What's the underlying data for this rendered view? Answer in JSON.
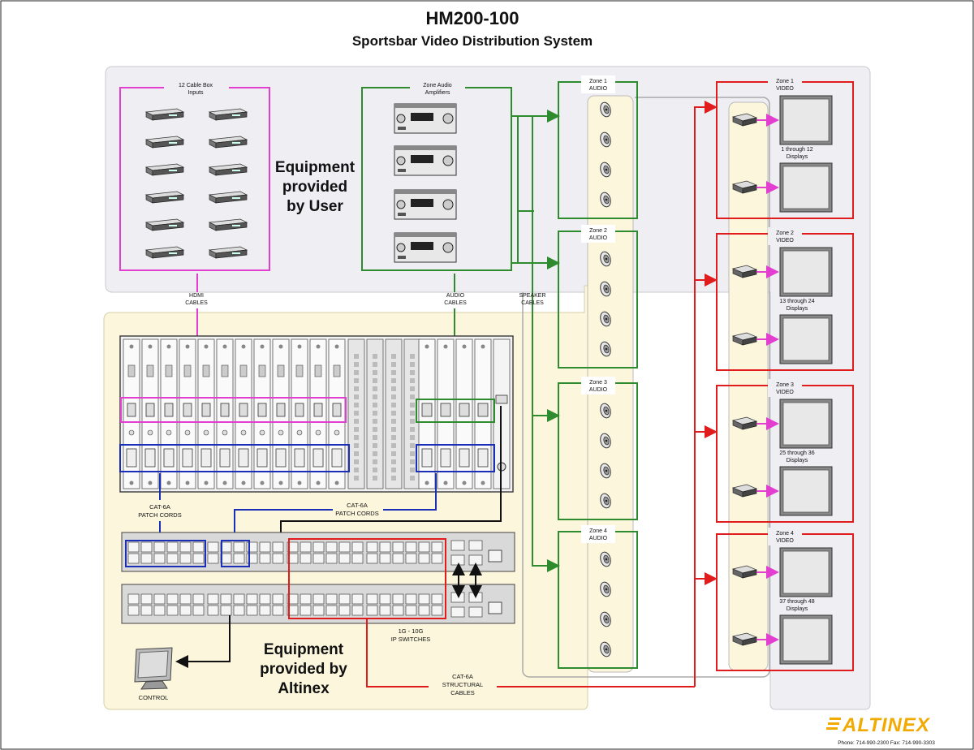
{
  "title": "HM200-100",
  "subtitle": "Sportsbar Video Distribution System",
  "user_equipment": {
    "cable_box_title_1": "12 Cable Box",
    "cable_box_title_2": "Inputs",
    "amp_title_1": "Zone Audio",
    "amp_title_2": "Amplifiers",
    "big_label_1": "Equipment",
    "big_label_2": "provided",
    "big_label_3": "by User"
  },
  "cable_labels": {
    "hdmi_1": "HDMI",
    "hdmi_2": "CABLES",
    "audio_1": "AUDIO",
    "audio_2": "CABLES",
    "speaker_1": "SPEAKER",
    "speaker_2": "CABLES",
    "cat6a_left_1": "CAT-6A",
    "cat6a_left_2": "PATCH CORDS",
    "cat6a_mid_1": "CAT-6A",
    "cat6a_mid_2": "PATCH CORDS",
    "switch_1": "1G - 10G",
    "switch_2": "IP SWITCHES",
    "structural_1": "CAT-6A",
    "structural_2": "STRUCTURAL",
    "structural_3": "CABLES"
  },
  "altinex_equipment": {
    "big_label_1": "Equipment",
    "big_label_2": "provided by",
    "big_label_3": "Altinex",
    "control_label": "CONTROL"
  },
  "audio_zones": [
    {
      "line1": "Zone 1",
      "line2": "AUDIO"
    },
    {
      "line1": "Zone 2",
      "line2": "AUDIO"
    },
    {
      "line1": "Zone 3",
      "line2": "AUDIO"
    },
    {
      "line1": "Zone 4",
      "line2": "AUDIO"
    }
  ],
  "video_zones": [
    {
      "line1": "Zone 1",
      "line2": "VIDEO",
      "displays_1": "1 through 12",
      "displays_2": "Displays"
    },
    {
      "line1": "Zone 2",
      "line2": "VIDEO",
      "displays_1": "13 through 24",
      "displays_2": "Displays"
    },
    {
      "line1": "Zone 3",
      "line2": "VIDEO",
      "displays_1": "25 through 36",
      "displays_2": "Displays"
    },
    {
      "line1": "Zone 4",
      "line2": "VIDEO",
      "displays_1": "37 through 48",
      "displays_2": "Displays"
    }
  ],
  "brand": {
    "logo": "ALTINEX",
    "contact": "Phone: 714-990-2300 Fax: 714-990-3303"
  },
  "colors": {
    "hdmi": "#e23fd0",
    "audio": "#2e8b2e",
    "cat6a_patch": "#1a2fb5",
    "structural": "#e01c1c",
    "control": "#111111",
    "logo": "#f2a900",
    "panel_user": "#eeeef3",
    "panel_altinex": "#fbf6dc"
  }
}
